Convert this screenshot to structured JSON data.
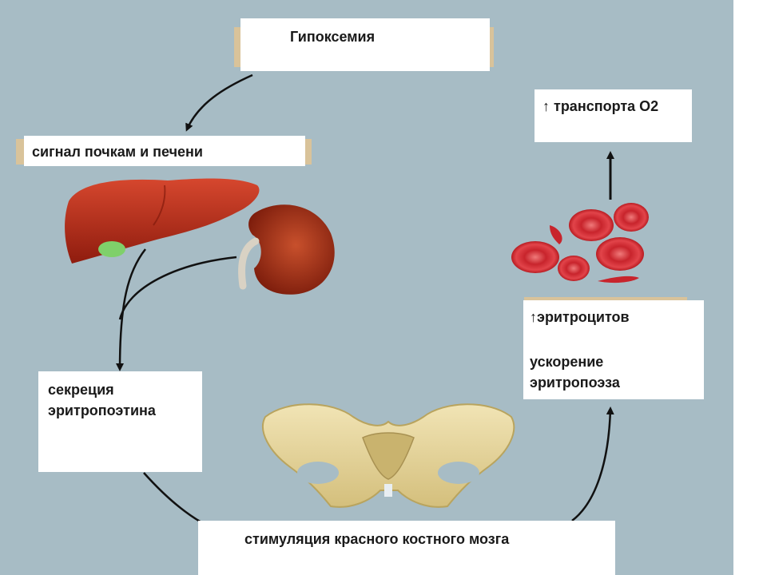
{
  "diagram": {
    "colors": {
      "background": "#a7bcc5",
      "box": "#ffffff",
      "arrow": "#111111",
      "liver": "#b32a18",
      "kidney": "#a32c14",
      "rbc": "#d9343a",
      "bone": "#e6d59b"
    },
    "labels": {
      "hypoxemia": "Гипоксемия",
      "signal": "сигнал почкам и печени",
      "secretion_line1": "секреция",
      "secretion_line2": "эритропоэтина",
      "stimulation": "стимуляция красного костного мозга",
      "rbc_increase": "↑эритроцитов",
      "acceleration_line1": "ускорение",
      "acceleration_line2": "эритропоэза",
      "o2_transport": "↑ транспорта О2"
    },
    "illustrations": [
      "liver",
      "gallbladder",
      "kidney",
      "pelvis",
      "red-blood-cells"
    ]
  }
}
